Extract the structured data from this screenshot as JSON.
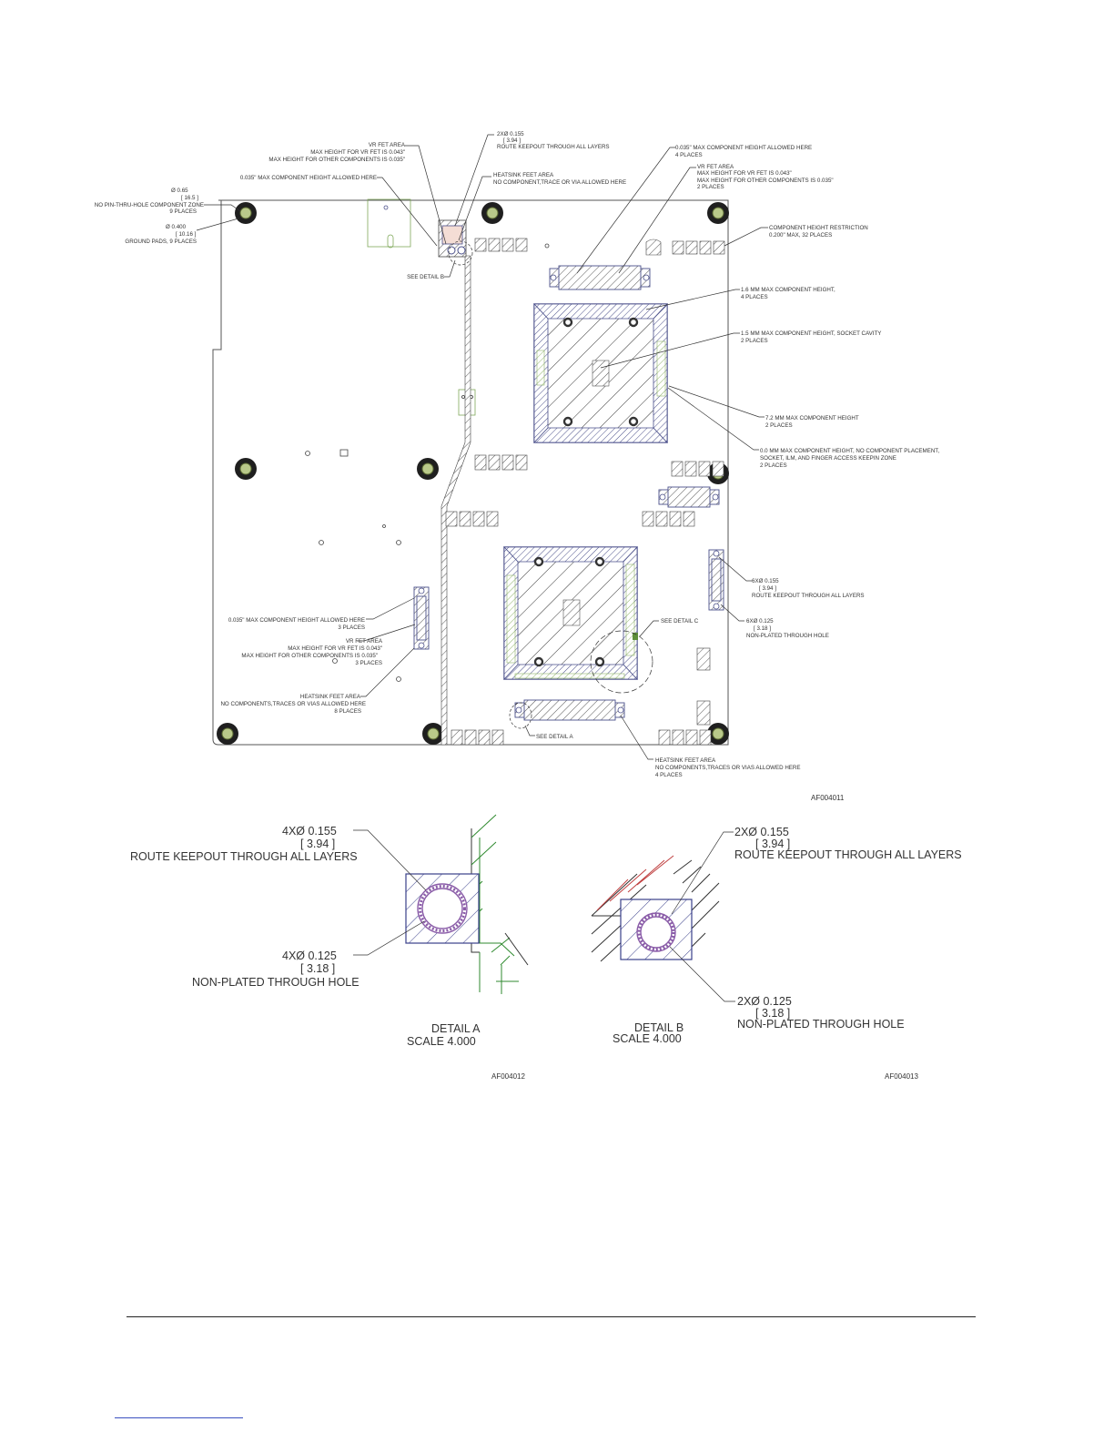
{
  "main": {
    "notes": {
      "n065": "Ø 0.65",
      "n165": "[ 16.5 ]",
      "npth_zone": "NO PIN-THRU-HOLE COMPONENT ZONE",
      "nine_places": "9 PLACES",
      "n0400": "Ø 0.400",
      "n1016": "[ 10.16 ]",
      "ground_pads": "GROUND PADS, 9 PLACES",
      "max035_top": "0.035\" MAX COMPONENT HEIGHT ALLOWED HERE",
      "vrfet_top_1": "VR FET AREA",
      "vrfet_top_2": "MAX HEIGHT FOR VR FET IS 0.043\"",
      "vrfet_top_3": "MAX HEIGHT FOR OTHER COMPONENTS IS 0.035\"",
      "b155": "2XØ 0.155",
      "b394": "[ 3.94 ]",
      "b_route": "ROUTE KEEPOUT THROUGH ALL LAYERS",
      "hs_top_1": "HEATSINK FEET AREA",
      "hs_top_2": "NO COMPONENT,TRACE OR VIA ALLOWED HERE",
      "see_b": "SEE DETAIL  B",
      "max035_r1": "0.035\" MAX COMPONENT HEIGHT ALLOWED HERE",
      "max035_r2": "4 PLACES",
      "vrfet_r_1": "VR FET AREA",
      "vrfet_r_2": "MAX HEIGHT FOR VR FET IS 0.043\"",
      "vrfet_r_3": "MAX HEIGHT FOR OTHER COMPONENTS IS 0.035\"",
      "vrfet_r_4": "2 PLACES",
      "chr_1": "COMPONENT HEIGHT RESTRICTION",
      "chr_2": "0.200\" MAX, 32 PLACES",
      "mm16_1": "1.6 MM MAX COMPONENT HEIGHT,",
      "mm16_2": "4 PLACES",
      "mm15_1": "1.5 MM MAX COMPONENT HEIGHT, SOCKET CAVITY",
      "mm15_2": "2 PLACES",
      "mm72_1": "7.2 MM MAX COMPONENT HEIGHT",
      "mm72_2": "2 PLACES",
      "mm00_1": "0.0 MM MAX COMPONENT HEIGHT, NO COMPONENT PLACEMENT,",
      "mm00_2": "SOCKET, ILM, AND FINGER ACCESS KEEPIN ZONE",
      "mm00_3": "2 PLACES",
      "r6x155": "6XØ 0.155",
      "r6x394": "[ 3.94 ]",
      "r6x_route": "ROUTE KEEPOUT THROUGH ALL LAYERS",
      "see_c": "SEE DETAIL  C",
      "r6x125": "6XØ 0.125",
      "r6x318": "[ 3.18 ]",
      "r6x_npth": "NON-PLATED THROUGH HOLE",
      "max035_l1": "0.035\" MAX COMPONENT HEIGHT ALLOWED HERE",
      "max035_l2": "3 PLACES",
      "vrfet_l_1": "VR FET AREA",
      "vrfet_l_2": "MAX HEIGHT FOR VR FET IS 0.043\"",
      "vrfet_l_3": "MAX HEIGHT FOR OTHER COMPONENTS IS 0.035\"",
      "vrfet_l_4": "3 PLACES",
      "hs_l_1": "HEATSINK FEET AREA",
      "hs_l_2": "NO COMPONENTS,TRACES OR VIAS ALLOWED HERE",
      "hs_l_3": "8 PLACES",
      "see_a": "SEE DETAIL  A",
      "hs_b_1": "HEATSINK FEET AREA",
      "hs_b_2": "NO COMPONENTS,TRACES OR VIAS ALLOWED HERE",
      "hs_b_3": "4 PLACES",
      "fig_id": "AF004011"
    }
  },
  "detail_a": {
    "d155": "4XØ 0.155",
    "d394": "[ 3.94 ]",
    "route": "ROUTE KEEPOUT THROUGH ALL LAYERS",
    "d125": "4XØ 0.125",
    "d318": "[ 3.18 ]",
    "npth": "NON-PLATED THROUGH HOLE",
    "title": "DETAIL  A",
    "scale": "SCALE    4.000",
    "fig_id": "AF004012"
  },
  "detail_b": {
    "d155": "2XØ 0.155",
    "d394": "[ 3.94 ]",
    "route": "ROUTE KEEPOUT THROUGH ALL LAYERS",
    "d125": "2XØ 0.125",
    "d318": "[ 3.18 ]",
    "npth": "NON-PLATED THROUGH HOLE",
    "title": "DETAIL  B",
    "scale": "SCALE    4.000",
    "fig_id": "AF004013"
  },
  "colors": {
    "outline": "#555555",
    "socket": "#4a4f8a",
    "keepout_green": "#8fb36a",
    "hole_ring": "#8a5ca8",
    "footer_link": "#3a4fc0"
  }
}
